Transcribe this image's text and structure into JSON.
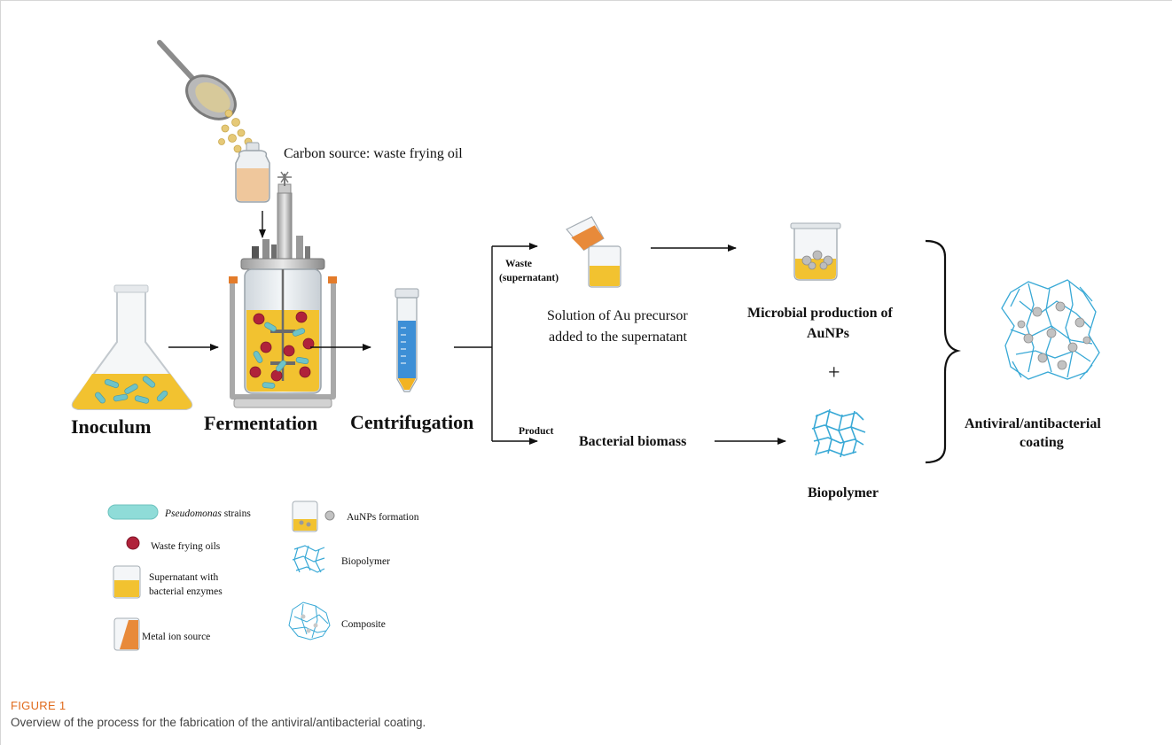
{
  "diagram": {
    "carbon_source": "Carbon source: waste frying oil",
    "steps": {
      "inoculum": "Inoculum",
      "fermentation": "Fermentation",
      "centrifugation": "Centrifugation"
    },
    "waste_label_1": "Waste",
    "waste_label_2": "(supernatant)",
    "product_label": "Product",
    "solution_line1": "Solution of Au precursor",
    "solution_line2": "added to the supernatant",
    "microbial_line1": "Microbial production of",
    "microbial_line2": "AuNPs",
    "plus": "+",
    "bacterial_biomass": "Bacterial biomass",
    "biopolymer": "Biopolymer",
    "coating_line1": "Antiviral/antibacterial",
    "coating_line2": "coating"
  },
  "legend": {
    "pseudomonas_italic": "Pseudomonas",
    "pseudomonas_rest": " strains",
    "waste_oils": "Waste frying oils",
    "supernatant_line1": "Supernatant with",
    "supernatant_line2": "bacterial enzymes",
    "metal_ion": "Metal ion source",
    "aunps_formation": "AuNPs formation",
    "biopolymer": "Biopolymer",
    "composite": "Composite"
  },
  "caption": {
    "figure_label": "FIGURE 1",
    "text": "Overview of the process for the fabrication of the antiviral/antibacterial coating."
  },
  "colors": {
    "medium_yellow": "#f2c230",
    "bacteria_teal": "#6ec3c8",
    "oil_droplet": "#b0223a",
    "biopolymer_blue": "#39a9d6",
    "caption_accent": "#e06a1b"
  }
}
